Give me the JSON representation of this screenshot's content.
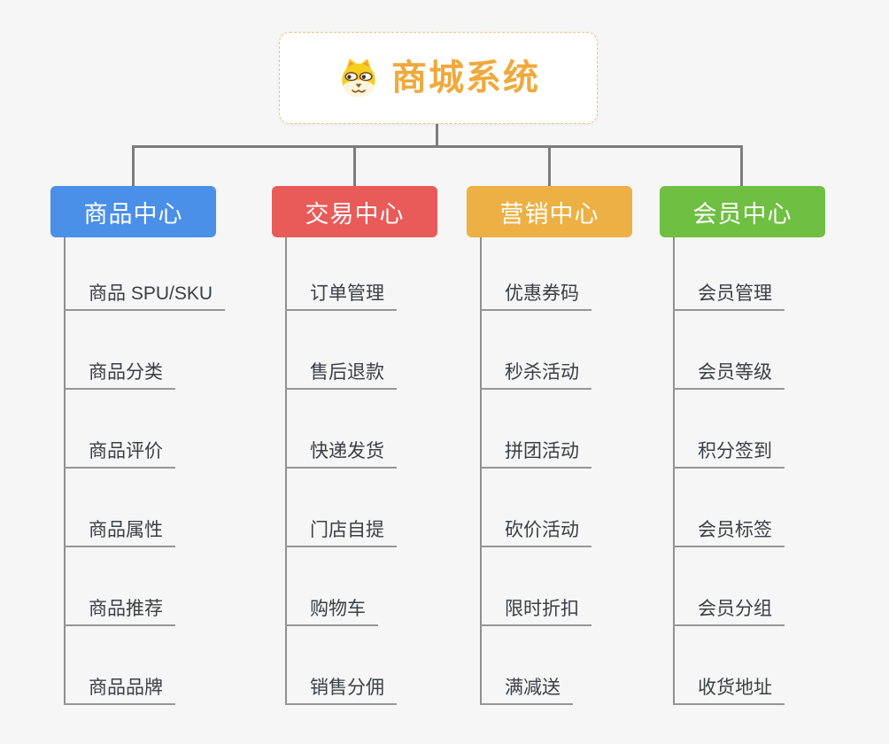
{
  "root": {
    "title": "商城系统",
    "icon": "dog-face-icon",
    "accent_color": "#f0a93c",
    "border_color": "#efc083"
  },
  "branches": [
    {
      "label": "商品中心",
      "color": "#4a8fe8",
      "children": [
        "商品 SPU/SKU",
        "商品分类",
        "商品评价",
        "商品属性",
        "商品推荐",
        "商品品牌"
      ]
    },
    {
      "label": "交易中心",
      "color": "#e85b58",
      "children": [
        "订单管理",
        "售后退款",
        "快递发货",
        "门店自提",
        "购物车",
        "销售分佣"
      ]
    },
    {
      "label": "营销中心",
      "color": "#ecb044",
      "children": [
        "优惠券码",
        "秒杀活动",
        "拼团活动",
        "砍价活动",
        "限时折扣",
        "满减送"
      ]
    },
    {
      "label": "会员中心",
      "color": "#6fbf42",
      "children": [
        "会员管理",
        "会员等级",
        "积分签到",
        "会员标签",
        "会员分组",
        "收货地址"
      ]
    }
  ]
}
